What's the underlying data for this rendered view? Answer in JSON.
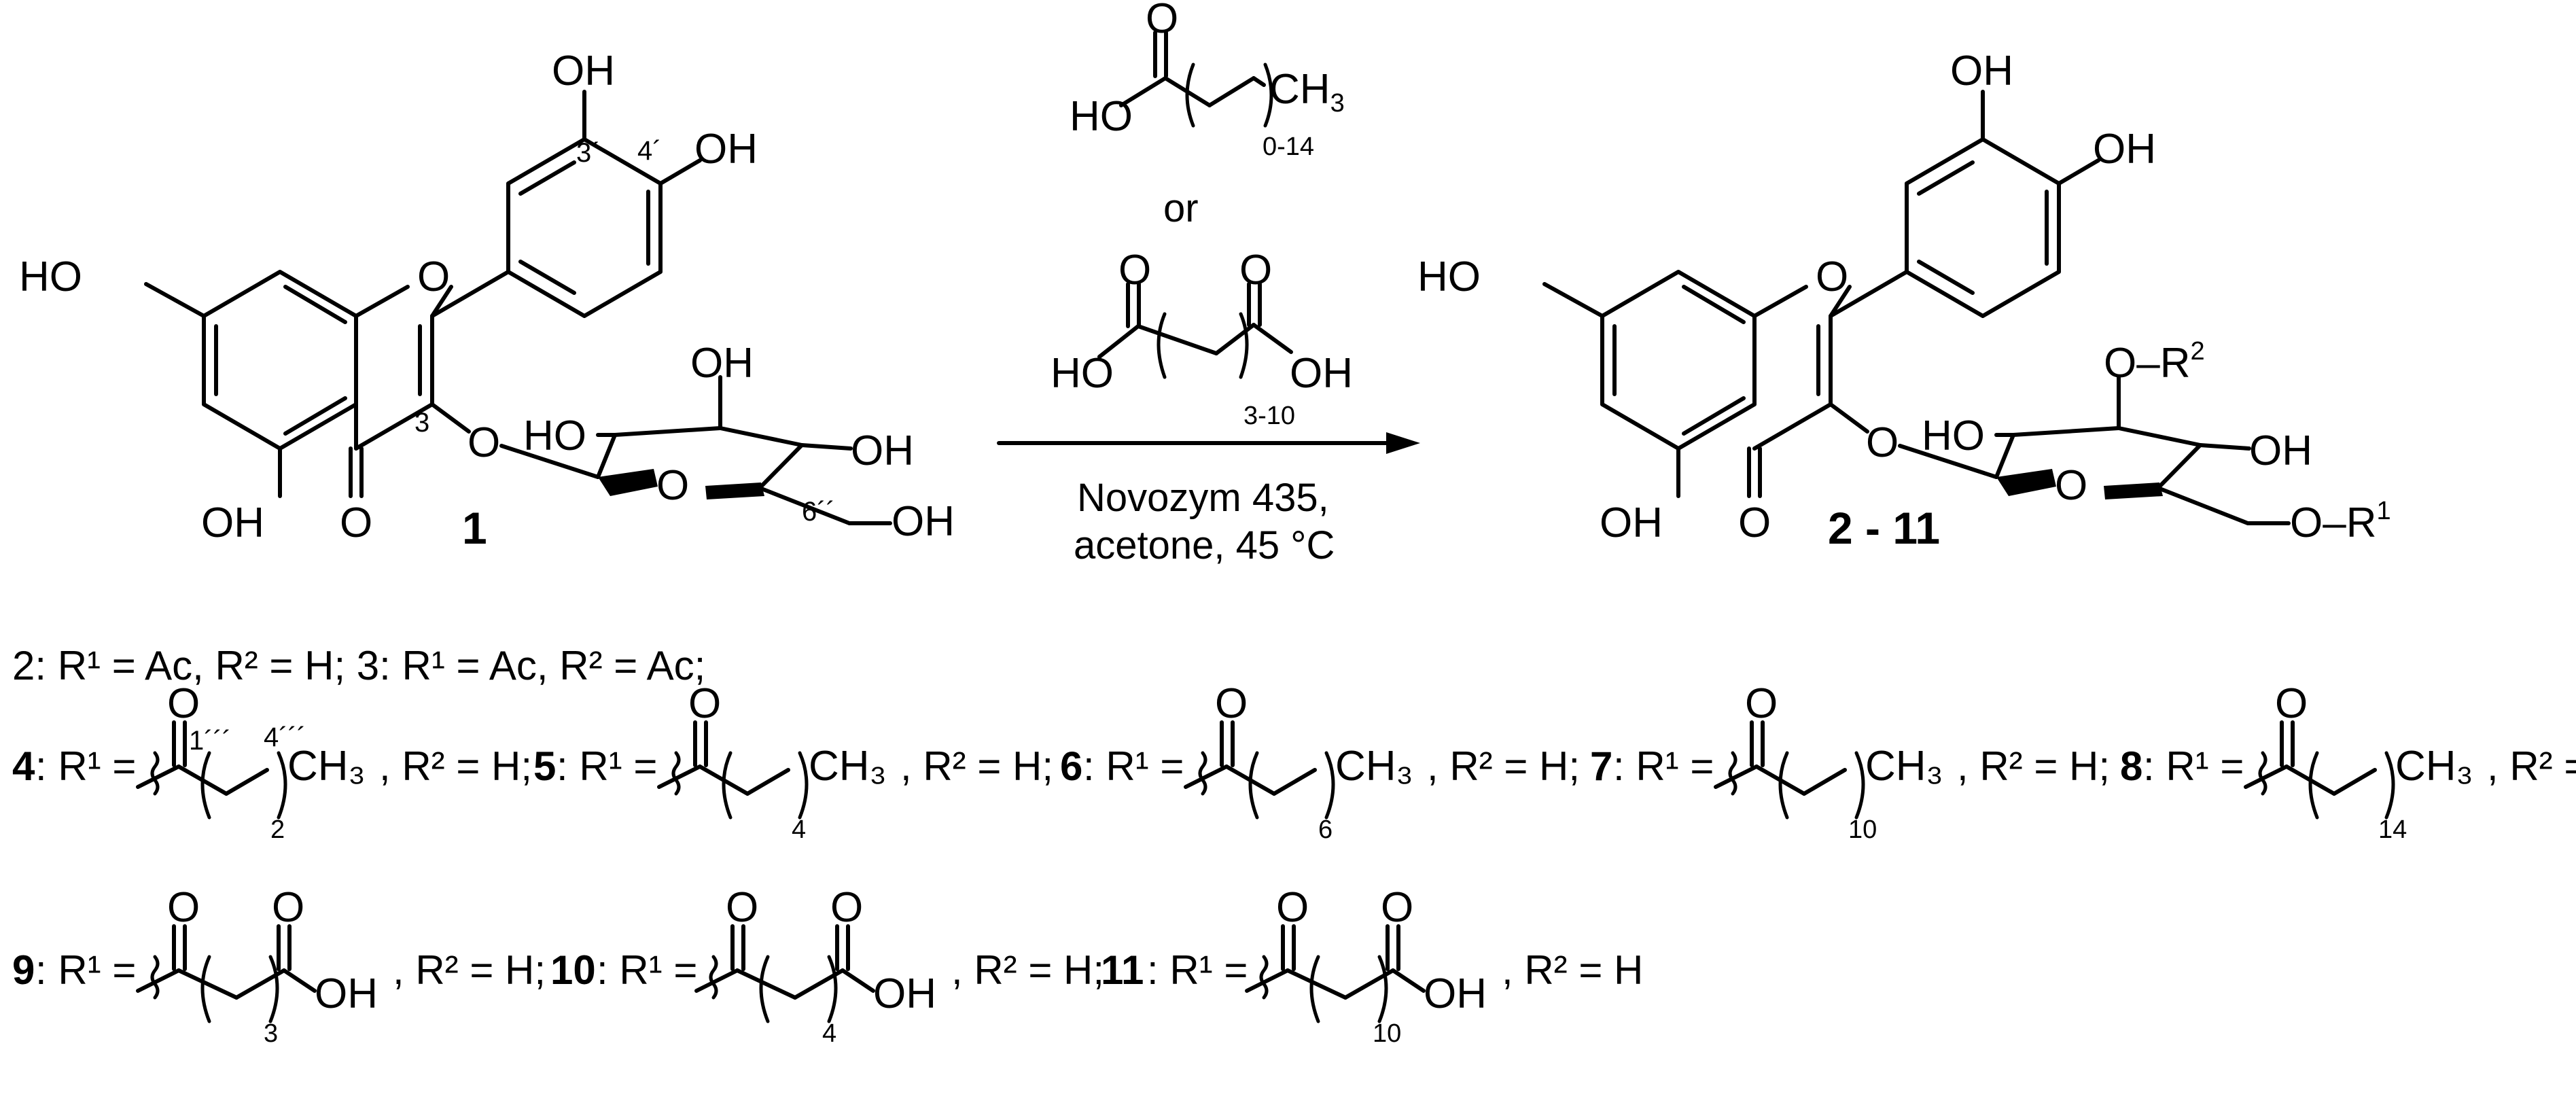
{
  "reagents": {
    "top_acid": {
      "ho": "HO",
      "o": "O",
      "ch3": "CH",
      "ch3_sub": "3",
      "range": "0-14"
    },
    "or": "or",
    "diacid": {
      "ho": "HO",
      "o1": "O",
      "o2": "O",
      "oh": "OH",
      "range": "3-10"
    }
  },
  "conditions": {
    "line1": "Novozym 435,",
    "line2": "acetone, 45 °C"
  },
  "reactant": {
    "number": "1",
    "ho7": "HO",
    "oh5": "OH",
    "o4": "O",
    "ring_o": "O",
    "oh3p": "OH",
    "oh4p": "OH",
    "o_link": "O",
    "sug_ho": "HO",
    "sug_o": "O",
    "sug_oh_top": "OH",
    "sug_oh_right": "OH",
    "sug_oh6": "OH",
    "pos3": "3",
    "pos3p": "3´",
    "pos4p": "4´",
    "pos6pp": "6´´"
  },
  "product": {
    "number": "2 - 11",
    "ho7": "HO",
    "oh5": "OH",
    "o4": "O",
    "ring_o": "O",
    "oh3p": "OH",
    "oh4p": "OH",
    "o_link": "O",
    "sug_ho": "HO",
    "sug_o": "O",
    "sug_oh_right": "OH",
    "or2": "O–R",
    "r2_sup": "2",
    "or1": "O–R",
    "r1_sup": "1"
  },
  "substituents": {
    "line1": "2: R¹ = Ac, R² = H; 3: R¹ = Ac, R² = Ac;",
    "row2": [
      {
        "cpd": "4",
        "sub": "2",
        "pos1": "1´´´",
        "pos4": "4´´´"
      },
      {
        "cpd": "5",
        "sub": "4"
      },
      {
        "cpd": "6",
        "sub": "6"
      },
      {
        "cpd": "7",
        "sub": "10"
      },
      {
        "cpd": "8",
        "sub": "14"
      }
    ],
    "row3": [
      {
        "cpd": "9",
        "sub": "3"
      },
      {
        "cpd": "10",
        "sub": "4"
      },
      {
        "cpd": "11",
        "sub": "10"
      }
    ],
    "r1_eq": "R¹ =",
    "r2_h": ", R² = H;",
    "r2_h_last": ", R² = H",
    "o_label": "O",
    "ch3_label": "CH₃",
    "oh_label": "OH"
  }
}
